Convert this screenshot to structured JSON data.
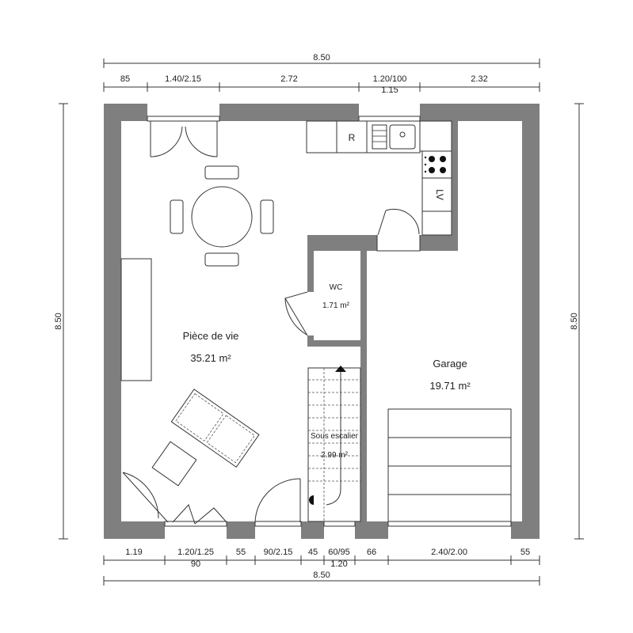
{
  "dimensions": {
    "top_total": "8.50",
    "top": [
      "85",
      "1.40/2.15",
      "2.72",
      "1.20/100",
      "1.15",
      "2.32"
    ],
    "bottom": [
      "1.19",
      "1.20/1.25",
      "90",
      "55",
      "90/2.15",
      "45",
      "60/95",
      "1.20",
      "66",
      "2.40/2.00",
      "55"
    ],
    "bottom_total": "8.50",
    "left": "8.50",
    "right": "8.50"
  },
  "rooms": {
    "living": {
      "name": "Pièce de vie",
      "area": "35.21 m²"
    },
    "garage": {
      "name": "Garage",
      "area": "19.71 m²"
    },
    "wc": {
      "name": "WC",
      "area": "1.71 m²"
    },
    "under_stairs": {
      "name": "Sous escalier",
      "area": "2.99 m²"
    }
  },
  "appliances": {
    "fridge": "R",
    "washer": "LV"
  }
}
